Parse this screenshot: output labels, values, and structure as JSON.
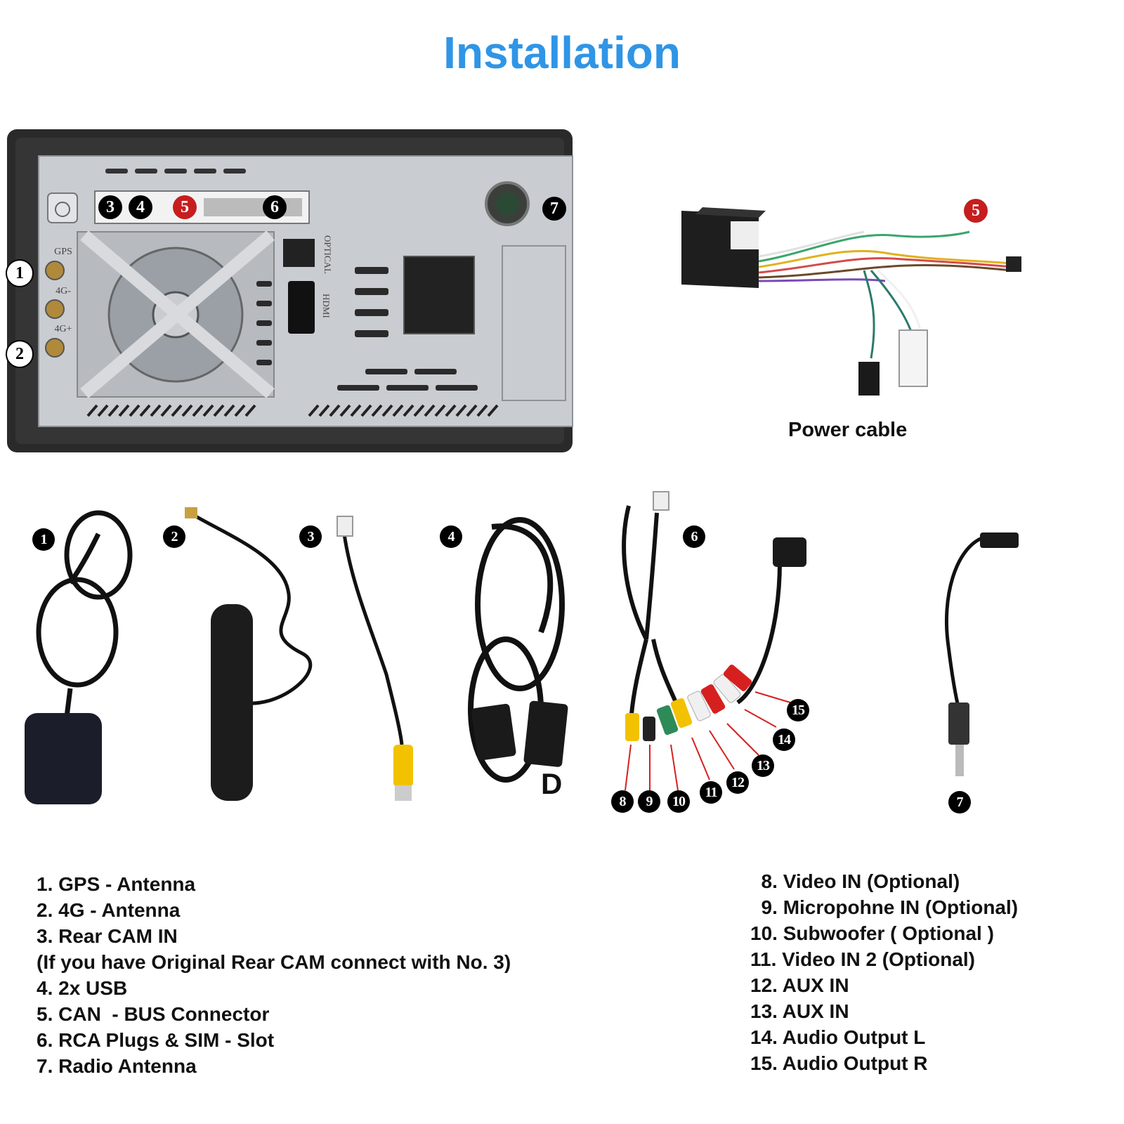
{
  "title": "Installation",
  "head_unit": {
    "port_labels": {
      "gps": "GPS",
      "fourg_minus": "4G-",
      "fourg_plus": "4G+",
      "optical": "OPTICAL",
      "hdmi": "HDMI"
    },
    "callouts": [
      "1",
      "2",
      "3",
      "4",
      "5",
      "6",
      "7"
    ]
  },
  "power_cable": {
    "caption": "Power cable",
    "callout": "5"
  },
  "accessories": {
    "callouts": [
      "1",
      "2",
      "3",
      "4",
      "6",
      "7"
    ],
    "usb_letter": "D",
    "rca_callouts": [
      "8",
      "9",
      "10",
      "11",
      "12",
      "13",
      "14",
      "15"
    ]
  },
  "legend_left": [
    "1. GPS - Antenna",
    "2. 4G - Antenna",
    "3. Rear CAM IN",
    "(If you have Original Rear CAM connect with No. 3)",
    "4. 2x USB",
    "5. CAN  - BUS Connector",
    "6. RCA Plugs & SIM - Slot",
    "7. Radio Antenna"
  ],
  "legend_right": [
    "  8. Video IN (Optional)",
    "  9. Micropohne IN (Optional)",
    "10. Subwoofer ( Optional )",
    "11. Video IN 2 (Optional)",
    "12. AUX IN",
    "13. AUX IN",
    "14. Audio Output L",
    "15. Audio Output R"
  ],
  "colors": {
    "title": "#2f95e6",
    "callout_red": "#c61e1e",
    "chassis": "#c9ccd0",
    "frame": "#2a2a2a"
  }
}
